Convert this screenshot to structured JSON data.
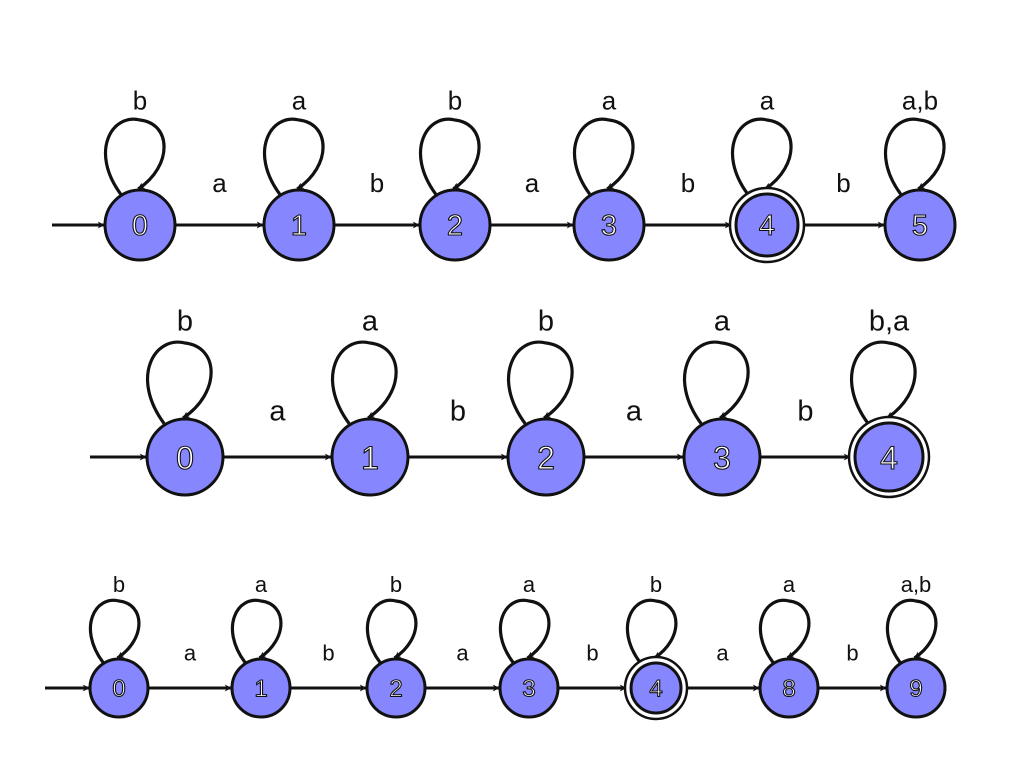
{
  "automata": [
    {
      "id": "top",
      "states": [
        {
          "label": "0",
          "start": true,
          "accepting": false,
          "loop": "b"
        },
        {
          "label": "1",
          "start": false,
          "accepting": false,
          "loop": "a"
        },
        {
          "label": "2",
          "start": false,
          "accepting": false,
          "loop": "b"
        },
        {
          "label": "3",
          "start": false,
          "accepting": false,
          "loop": "a"
        },
        {
          "label": "4",
          "start": false,
          "accepting": true,
          "loop": "a"
        },
        {
          "label": "5",
          "start": false,
          "accepting": false,
          "loop": "a,b"
        }
      ],
      "transitions": [
        "a",
        "b",
        "a",
        "b",
        "b"
      ]
    },
    {
      "id": "middle",
      "states": [
        {
          "label": "0",
          "start": true,
          "accepting": false,
          "loop": "b"
        },
        {
          "label": "1",
          "start": false,
          "accepting": false,
          "loop": "a"
        },
        {
          "label": "2",
          "start": false,
          "accepting": false,
          "loop": "b"
        },
        {
          "label": "3",
          "start": false,
          "accepting": false,
          "loop": "a"
        },
        {
          "label": "4",
          "start": false,
          "accepting": true,
          "loop": "b,a"
        }
      ],
      "transitions": [
        "a",
        "b",
        "a",
        "b"
      ]
    },
    {
      "id": "bottom",
      "states": [
        {
          "label": "0",
          "start": true,
          "accepting": false,
          "loop": "b"
        },
        {
          "label": "1",
          "start": false,
          "accepting": false,
          "loop": "a"
        },
        {
          "label": "2",
          "start": false,
          "accepting": false,
          "loop": "b"
        },
        {
          "label": "3",
          "start": false,
          "accepting": false,
          "loop": "a"
        },
        {
          "label": "4",
          "start": false,
          "accepting": true,
          "loop": "b"
        },
        {
          "label": "8",
          "start": false,
          "accepting": false,
          "loop": "a"
        },
        {
          "label": "9",
          "start": false,
          "accepting": false,
          "loop": "a,b"
        }
      ],
      "transitions": [
        "a",
        "b",
        "a",
        "b",
        "a",
        "b"
      ]
    }
  ],
  "colors": {
    "state_fill": "#8686ff",
    "stroke": "#111111",
    "background": "#ffffff"
  }
}
